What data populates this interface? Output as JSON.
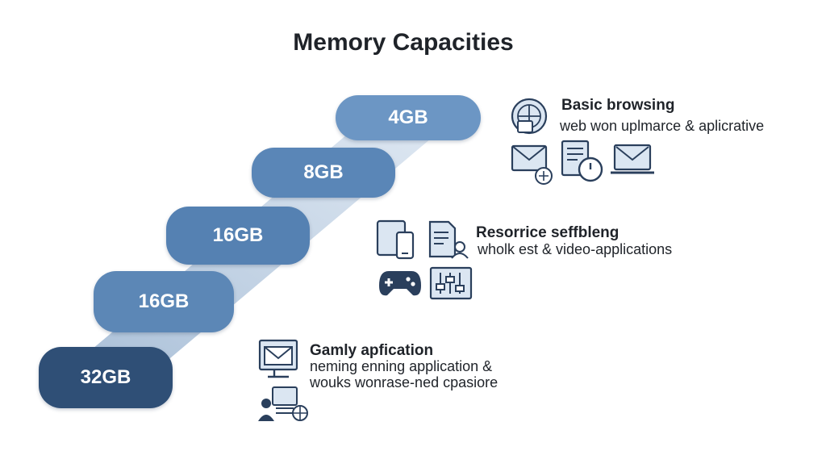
{
  "title": "Memory Capacities",
  "steps": [
    {
      "label": "4GB"
    },
    {
      "label": "8GB"
    },
    {
      "label": "16GB"
    },
    {
      "label": "16GB"
    },
    {
      "label": "32GB"
    }
  ],
  "groups": [
    {
      "heading": "Basic browsing",
      "lines": [
        "web won uplmarce & aplicrative"
      ],
      "icons": [
        "globe-icon",
        "email-icon",
        "document-power-icon",
        "laptop-mail-icon"
      ]
    },
    {
      "heading": "Resorrice seffbleng",
      "lines": [
        "wholk est & video-applications"
      ],
      "icons": [
        "tablet-phone-icon",
        "document-user-icon",
        "gamepad-icon",
        "equalizer-icon"
      ]
    },
    {
      "heading": "Gamly apfication",
      "lines": [
        "neming enning application &",
        "wouks wonrase-ned cpasiore"
      ],
      "icons": [
        "monitor-mail-icon",
        "user-screen-icon"
      ]
    }
  ],
  "colors": {
    "dark_navy": "#2f4f76",
    "steel_blue": "#5a86b7",
    "light_blue": "#6c96c4",
    "icon_stroke": "#2a3f5c",
    "icon_fill": "#dbe6f2"
  }
}
